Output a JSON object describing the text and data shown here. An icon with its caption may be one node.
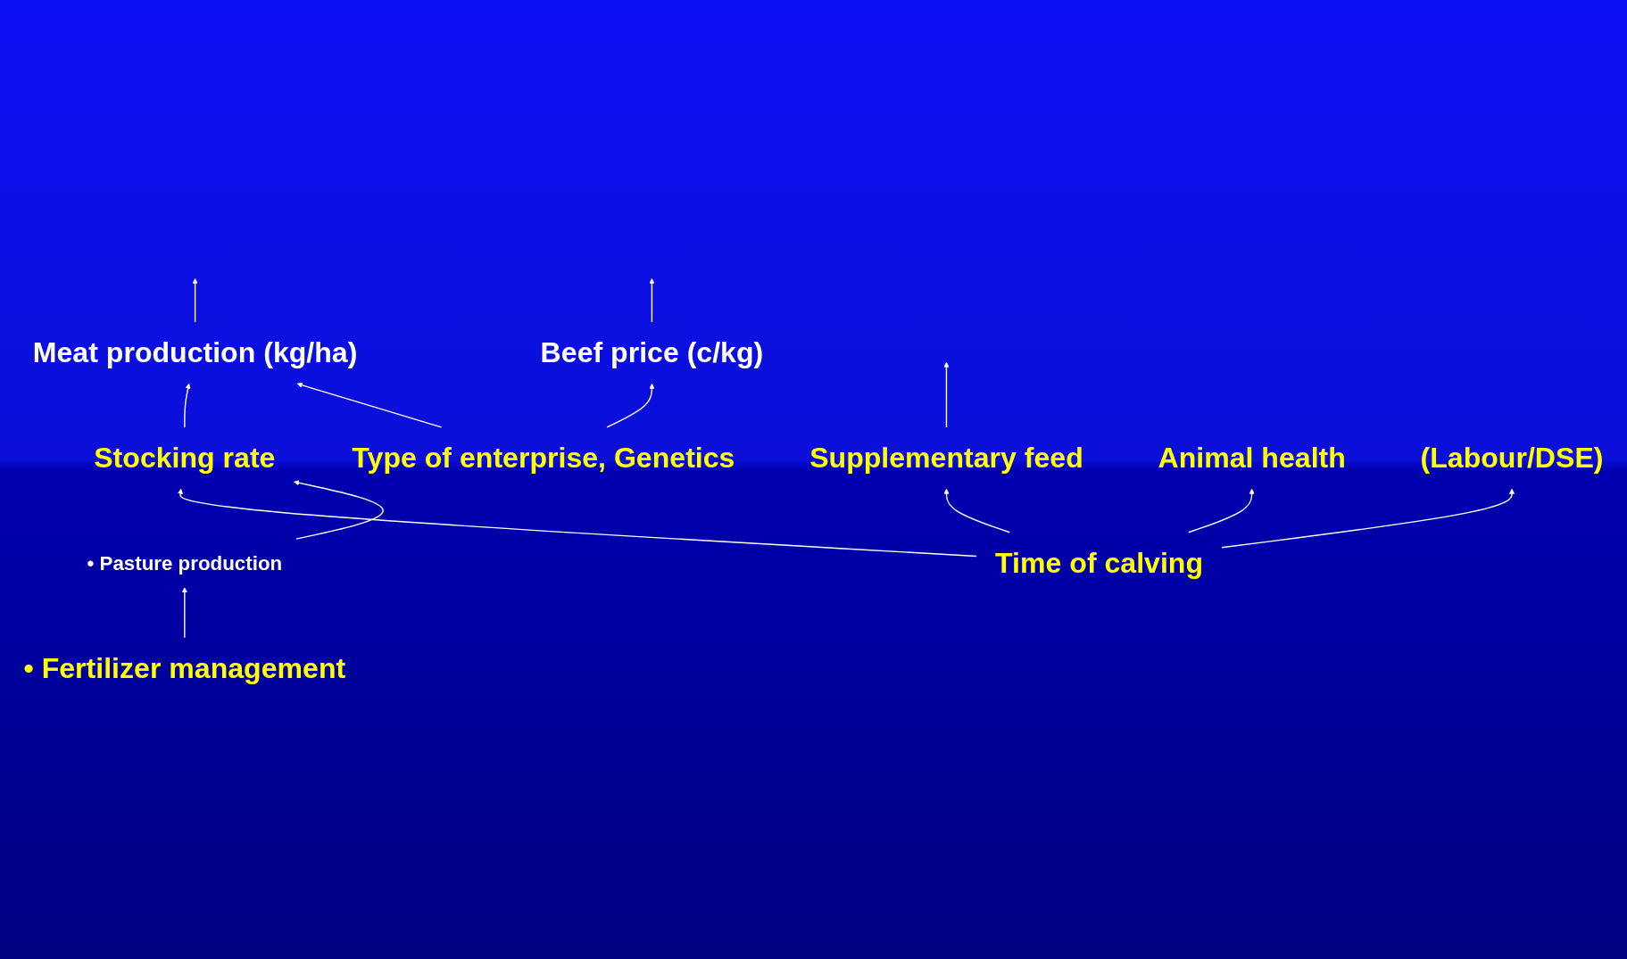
{
  "diagram": {
    "nodes": [
      {
        "text": [
          "Meat production (kg/ha)"
        ]
      },
      {
        "text": [
          "Beef price (c/kg)"
        ]
      },
      {
        "text": [
          "Stocking rate"
        ]
      },
      {
        "text": [
          "Type of enterprise, Genetics"
        ]
      },
      {
        "text": [
          "Time of calving"
        ]
      },
      {
        "text": [
          "Supplementary feed"
        ]
      },
      {
        "text": [
          "• Pasture production"
        ]
      },
      {
        "text": [
          "• Fertilizer management"
        ]
      },
      {
        "text": [
          "Animal health"
        ]
      },
      {
        "text": [
          "(Labour/DSE)"
        ]
      }
    ],
    "edges": [
      {
        "from": 0,
        "to": null,
        "arrow": "to"
      },
      {
        "from": 1,
        "to": null,
        "arrow": "to"
      },
      {
        "from": 5,
        "to": null,
        "arrow": "to"
      },
      {
        "from": 2,
        "to": 0,
        "arrow": "to"
      },
      {
        "from": 3,
        "to": 0,
        "arrow": "to"
      },
      {
        "from": 3,
        "to": 1,
        "arrow": "to"
      },
      {
        "from": 4,
        "to": 2,
        "arrow": "to"
      },
      {
        "from": 6,
        "to": 2,
        "arrow": "to"
      },
      {
        "from": 7,
        "to": 6,
        "arrow": "to"
      },
      {
        "from": 4,
        "to": 5,
        "arrow": "to"
      },
      {
        "from": 4,
        "to": 8,
        "arrow": "to"
      },
      {
        "from": 4,
        "to": 9,
        "arrow": "to"
      }
    ]
  }
}
